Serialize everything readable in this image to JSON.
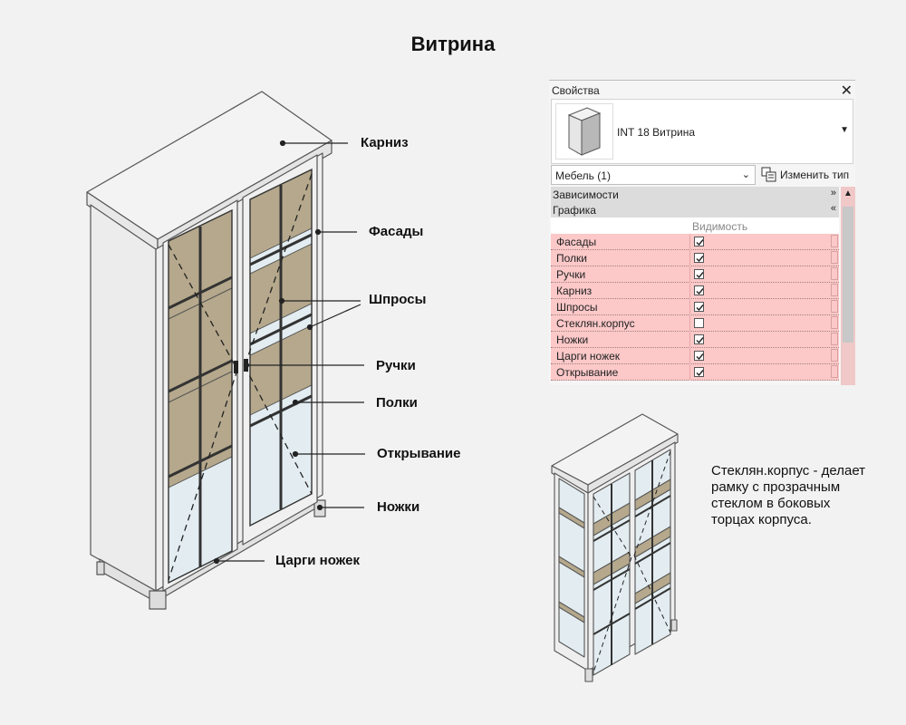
{
  "title": "Витрина",
  "callouts": {
    "karniz": "Карниз",
    "fasady": "Фасады",
    "shprosy": "Шпросы",
    "ruchki": "Ручки",
    "polki": "Полки",
    "otkryvanie": "Открывание",
    "nozhki": "Ножки",
    "cargi": "Царги ножек"
  },
  "panel": {
    "title": "Свойства",
    "close": "✕",
    "type_name": "INT 18 Витрина",
    "filter_value": "Мебель (1)",
    "edit_type_label": "Изменить тип",
    "sections": {
      "dependencies": "Зависимости",
      "graphics": "Графика"
    },
    "column_header": "Видимость",
    "rows": [
      {
        "name": "Фасады",
        "checked": true
      },
      {
        "name": "Полки",
        "checked": true
      },
      {
        "name": "Ручки",
        "checked": true
      },
      {
        "name": "Карниз",
        "checked": true
      },
      {
        "name": "Шпросы",
        "checked": true
      },
      {
        "name": "Стеклян.корпус",
        "checked": false
      },
      {
        "name": "Ножки",
        "checked": true
      },
      {
        "name": "Царги ножек",
        "checked": true
      },
      {
        "name": "Открывание",
        "checked": true
      }
    ]
  },
  "note": "Стеклян.корпус - делает рамку с прозрачным стеклом в боковых торцах корпуса.",
  "colors": {
    "shelf": "#b5a88c",
    "glass": "#e3edf1",
    "row_highlight": "#fcc8c8",
    "background": "#f2f2f2"
  }
}
